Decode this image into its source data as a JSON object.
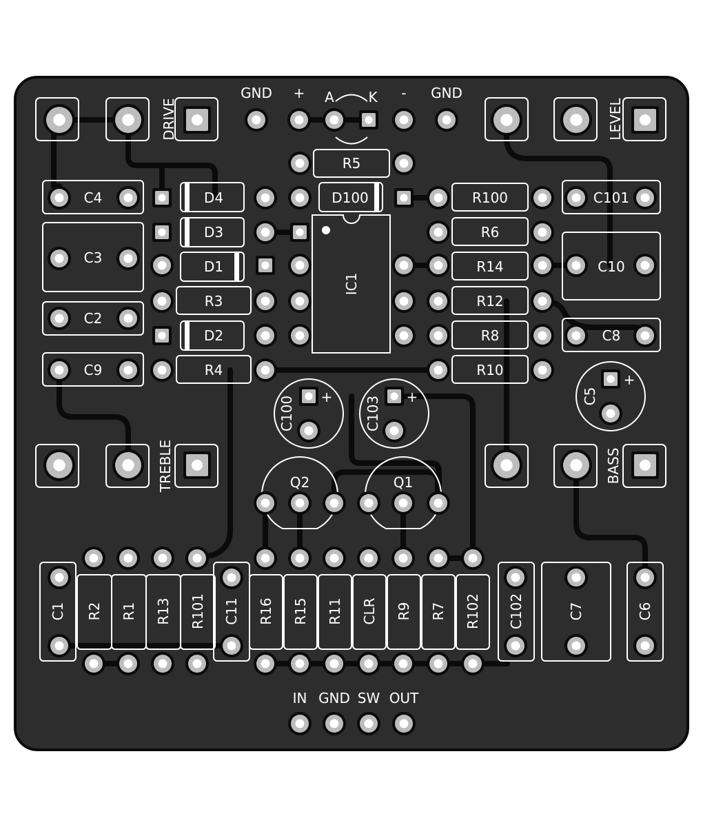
{
  "colors": {
    "board": "#2d2d2d",
    "outline": "#0b0b0b",
    "silk": "#ffffff",
    "copper_trace": "#0b0b0b",
    "pad_ring": "#bdbdbd",
    "drill": "#ffffff"
  },
  "board_labels": {
    "drive": "DRIVE",
    "level": "LEVEL",
    "treble": "TREBLE",
    "bass": "BASS",
    "gnd_left": "GND",
    "plus": "+",
    "a": "A",
    "k": "K",
    "minus": "-",
    "gnd_right": "GND",
    "in": "IN",
    "gnd_bottom": "GND",
    "sw": "SW",
    "out": "OUT"
  },
  "components": {
    "R5": "R5",
    "C4": "C4",
    "D4": "D4",
    "D100": "D100",
    "R100": "R100",
    "C101": "C101",
    "D3": "D3",
    "R6": "R6",
    "C3": "C3",
    "D1": "D1",
    "R14": "R14",
    "C10": "C10",
    "R3": "R3",
    "R12": "R12",
    "C2": "C2",
    "D2": "D2",
    "R8": "R8",
    "C8": "C8",
    "C9": "C9",
    "R4": "R4",
    "R10": "R10",
    "IC1": "IC1",
    "C100": "C100",
    "C103": "C103",
    "C5": "C5",
    "Q2": "Q2",
    "Q1": "Q1",
    "C1": "C1",
    "R2": "R2",
    "R1": "R1",
    "R13": "R13",
    "R101": "R101",
    "C11": "C11",
    "R16": "R16",
    "R15": "R15",
    "R11": "R11",
    "CLR": "CLR",
    "R9": "R9",
    "R7": "R7",
    "R102": "R102",
    "C102": "C102",
    "C7": "C7",
    "C6": "C6"
  }
}
